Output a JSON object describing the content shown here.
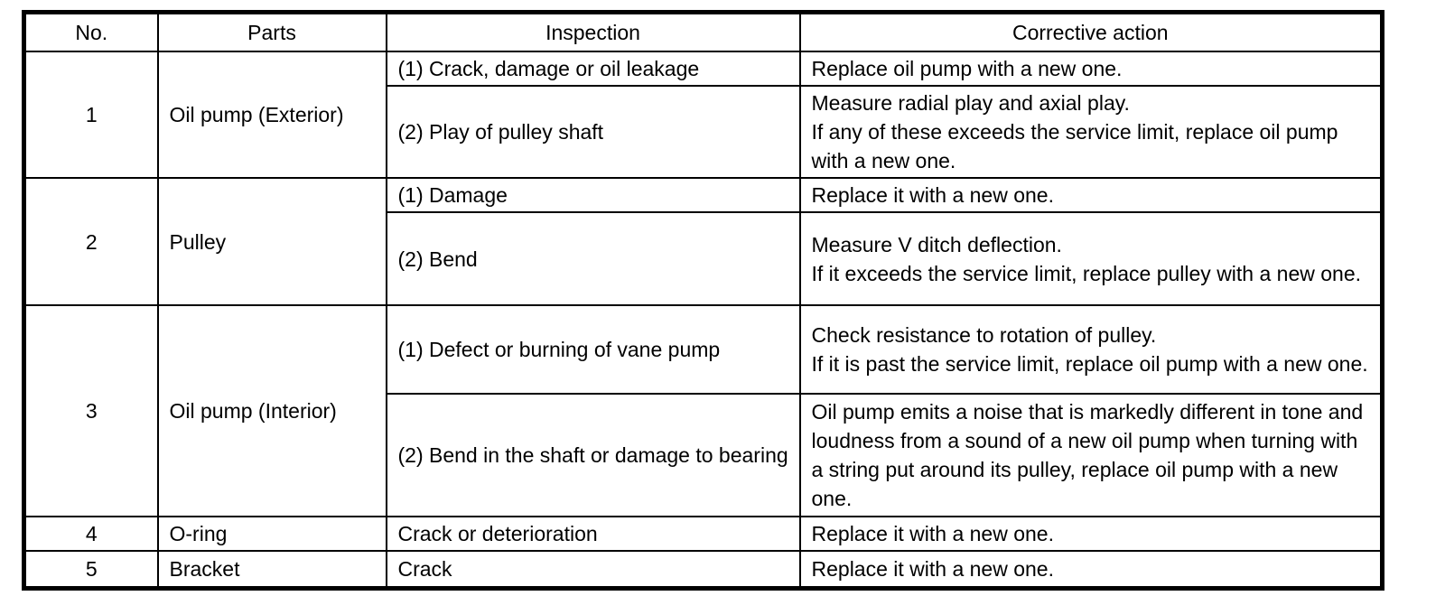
{
  "table": {
    "headers": [
      "No.",
      "Parts",
      "Inspection",
      "Corrective action"
    ],
    "rows": [
      {
        "no": "1",
        "part": "Oil pump (Exterior)",
        "items": [
          {
            "inspection": "(1) Crack, damage or oil leakage",
            "action": "Replace oil pump with a new one."
          },
          {
            "inspection": "(2) Play of pulley shaft",
            "action": "Measure radial play and axial play.\nIf any of these exceeds the service limit, replace oil pump with a new one."
          }
        ]
      },
      {
        "no": "2",
        "part": "Pulley",
        "items": [
          {
            "inspection": "(1) Damage",
            "action": "Replace it with a new one."
          },
          {
            "inspection": "(2) Bend",
            "action": "Measure V ditch deflection.\nIf it exceeds the service limit, replace pulley with a new one."
          }
        ]
      },
      {
        "no": "3",
        "part": "Oil pump (Interior)",
        "items": [
          {
            "inspection": "(1) Defect or burning of vane pump",
            "action": "Check resistance to rotation of pulley.\nIf it is past the service limit, replace oil pump with a new one."
          },
          {
            "inspection": "(2) Bend in the shaft or damage to bearing",
            "action": "Oil pump emits a noise that is markedly different in tone and loudness from a sound of a new oil pump when turning with a string put around its pulley, replace oil pump with a new one."
          }
        ]
      },
      {
        "no": "4",
        "part": "O-ring",
        "items": [
          {
            "inspection": "Crack or deterioration",
            "action": "Replace it with a new one."
          }
        ]
      },
      {
        "no": "5",
        "part": "Bracket",
        "items": [
          {
            "inspection": "Crack",
            "action": "Replace it with a new one."
          }
        ]
      }
    ]
  }
}
